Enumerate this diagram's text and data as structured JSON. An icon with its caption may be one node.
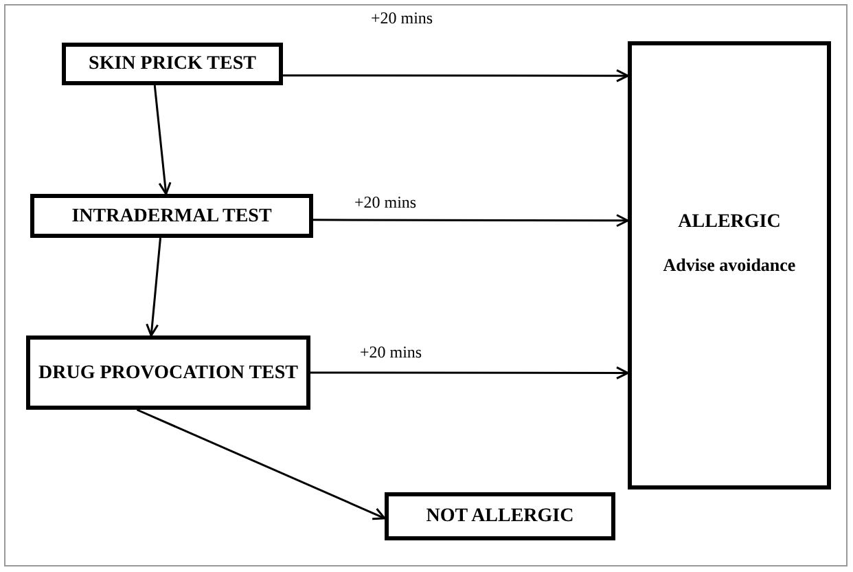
{
  "diagram": {
    "nodes": [
      {
        "text": [
          "SKIN PRICK TEST"
        ]
      },
      {
        "text": [
          "INTRADERMAL TEST"
        ]
      },
      {
        "text": [
          "DRUG PROVOCATION TEST"
        ]
      },
      {
        "text": [
          "ALLERGIC",
          "Advise avoidance"
        ]
      },
      {
        "text": [
          "NOT ALLERGIC"
        ]
      }
    ],
    "edges": [
      {
        "from": 0,
        "to": 3,
        "arrow": "to",
        "label": "+20 mins"
      },
      {
        "from": 1,
        "to": 3,
        "arrow": "to",
        "label": "+20 mins"
      },
      {
        "from": 2,
        "to": 3,
        "arrow": "to",
        "label": "+20 mins"
      },
      {
        "from": 0,
        "to": 1,
        "arrow": "to"
      },
      {
        "from": 1,
        "to": 2,
        "arrow": "to"
      },
      {
        "from": 2,
        "to": 4,
        "arrow": "to"
      }
    ]
  }
}
